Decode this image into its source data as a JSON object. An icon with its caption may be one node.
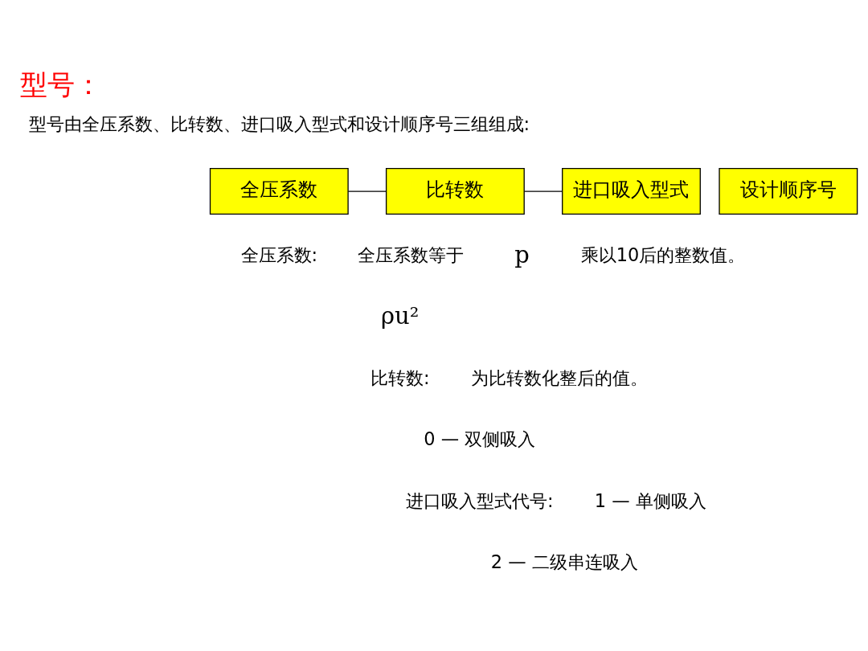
{
  "diagram": {
    "title": "型号：",
    "nodes": [
      {
        "text": [
          "全压系数"
        ]
      },
      {
        "text": [
          "比转数"
        ]
      },
      {
        "text": [
          "进口吸入型式"
        ]
      },
      {
        "text": [
          "设计顺序号"
        ]
      }
    ],
    "edges": [
      {
        "from": 0,
        "to": 1,
        "arrow": "none"
      },
      {
        "from": 1,
        "to": 2,
        "arrow": "none"
      }
    ],
    "labels": [
      "型号由全压系数、比转数、进口吸入型式和设计顺序号三组组成:",
      "全压系数:",
      "全压系数等于",
      "p",
      "ρu²",
      "乘以10后的整数值。",
      "比转数:",
      "为比转数化整后的值。",
      "进口吸入型式代号:",
      "0 — 双侧吸入",
      "1 — 单侧吸入",
      "2 — 二级串连吸入"
    ]
  }
}
